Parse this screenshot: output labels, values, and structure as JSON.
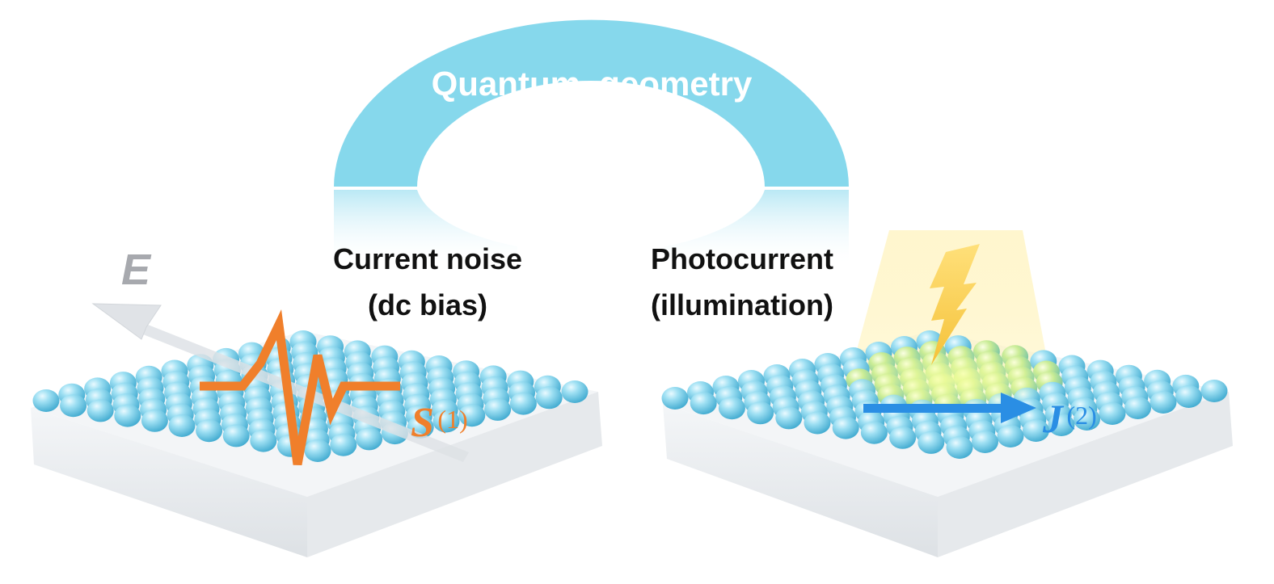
{
  "arch": {
    "label": "Quantum  geometry",
    "color": "#86d8ec"
  },
  "left_panel": {
    "title_line1": "Current noise",
    "title_line2": "(dc bias)",
    "field_label": "E",
    "noise_symbol": "S",
    "noise_order": "(1)",
    "noise_color": "#f07f2b",
    "icons": [
      "field-arrow-icon",
      "noise-waveform-icon"
    ]
  },
  "right_panel": {
    "title_line1": "Photocurrent",
    "title_line2": "(illumination)",
    "current_symbol": "J",
    "current_order": "(2)",
    "current_color": "#2a8ee4",
    "light_color": "#f8d046",
    "icons": [
      "lightning-icon",
      "current-arrow-icon",
      "light-beam"
    ]
  },
  "lattice": {
    "sphere_color": "#7fd0ea",
    "substrate_color": "#eceff2"
  }
}
